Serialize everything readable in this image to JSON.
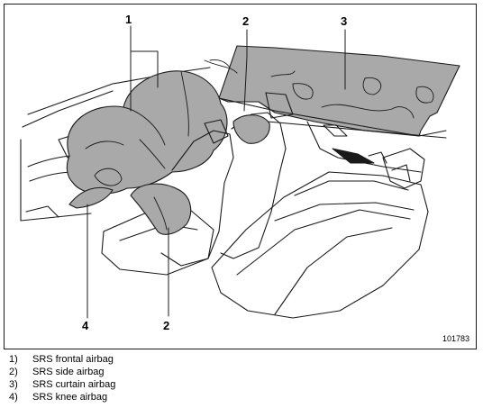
{
  "callouts": [
    {
      "id": "frontal-top",
      "text": "1"
    },
    {
      "id": "side-top",
      "text": "2"
    },
    {
      "id": "curtain-top",
      "text": "3"
    },
    {
      "id": "knee-bottom",
      "text": "4"
    },
    {
      "id": "side-bottom",
      "text": "2"
    }
  ],
  "figure_code": "101783",
  "legend": [
    {
      "num": "1)",
      "label": "SRS frontal airbag"
    },
    {
      "num": "2)",
      "label": "SRS side airbag"
    },
    {
      "num": "3)",
      "label": "SRS curtain airbag"
    },
    {
      "num": "4)",
      "label": "SRS knee airbag"
    }
  ],
  "colors": {
    "airbag_fill": "#a9a9a9",
    "line": "#1a1a1a",
    "background": "#ffffff"
  }
}
